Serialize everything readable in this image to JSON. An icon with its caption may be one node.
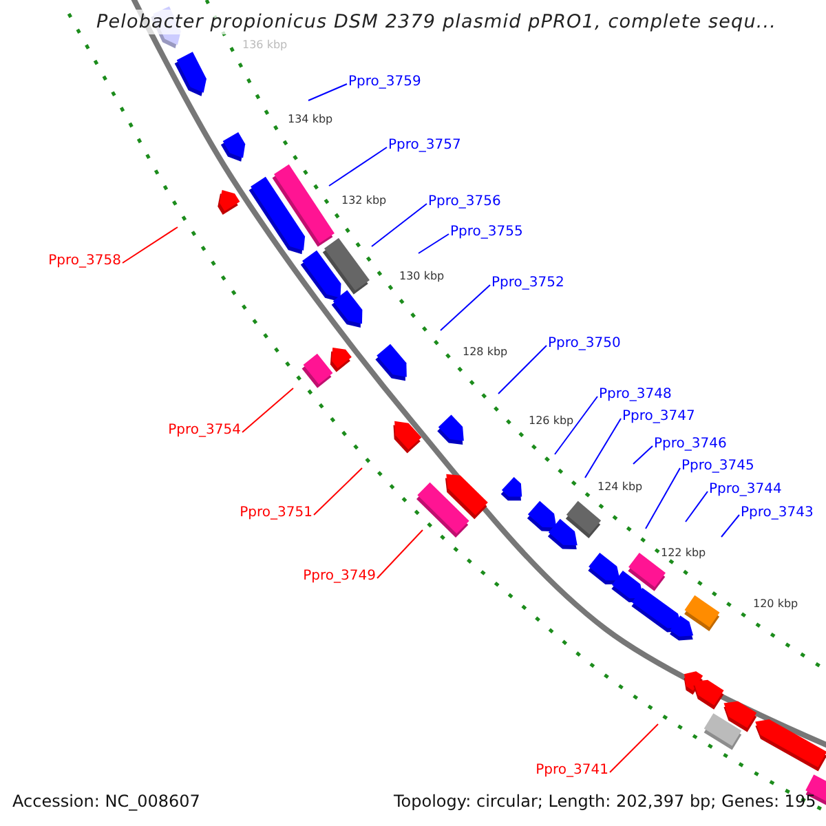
{
  "diagram": {
    "title": "Pelobacter propionicus DSM 2379 plasmid pPRO1, complete sequ...",
    "nodes": [
      {
        "text": [
          "Ppro_3759"
        ]
      },
      {
        "text": [
          "Ppro_3757"
        ]
      },
      {
        "text": [
          "Ppro_3756"
        ]
      },
      {
        "text": [
          "Ppro_3755"
        ]
      },
      {
        "text": [
          "Ppro_3758"
        ]
      },
      {
        "text": [
          "Ppro_3752"
        ]
      },
      {
        "text": [
          "Ppro_3750"
        ]
      },
      {
        "text": [
          "Ppro_3748"
        ]
      },
      {
        "text": [
          "Ppro_3747"
        ]
      },
      {
        "text": [
          "Ppro_3754"
        ]
      },
      {
        "text": [
          "Ppro_3746"
        ]
      },
      {
        "text": [
          "Ppro_3745"
        ]
      },
      {
        "text": [
          "Ppro_3744"
        ]
      },
      {
        "text": [
          "Ppro_3751"
        ]
      },
      {
        "text": [
          "Ppro_3743"
        ]
      },
      {
        "text": [
          "Ppro_3749"
        ]
      },
      {
        "text": [
          "Ppro_3741"
        ]
      }
    ],
    "edges": [
      {
        "from": 0,
        "to": null,
        "arrow": "none"
      },
      {
        "from": 1,
        "to": null,
        "arrow": "none"
      },
      {
        "from": 2,
        "to": null,
        "arrow": "none"
      },
      {
        "from": 3,
        "to": null,
        "arrow": "none"
      },
      {
        "from": 4,
        "to": null,
        "arrow": "none",
        "color": "#ff0000"
      },
      {
        "from": 5,
        "to": null,
        "arrow": "none"
      },
      {
        "from": 6,
        "to": null,
        "arrow": "none"
      },
      {
        "from": 7,
        "to": null,
        "arrow": "none"
      },
      {
        "from": 8,
        "to": null,
        "arrow": "none"
      },
      {
        "from": 9,
        "to": null,
        "arrow": "none",
        "color": "#ff0000"
      },
      {
        "from": 10,
        "to": null,
        "arrow": "none"
      },
      {
        "from": 11,
        "to": null,
        "arrow": "none"
      },
      {
        "from": 12,
        "to": null,
        "arrow": "none"
      },
      {
        "from": 13,
        "to": null,
        "arrow": "none",
        "color": "#ff0000"
      },
      {
        "from": 14,
        "to": null,
        "arrow": "none"
      },
      {
        "from": 15,
        "to": null,
        "arrow": "none",
        "color": "#ff0000"
      },
      {
        "from": 16,
        "to": null,
        "arrow": "none",
        "color": "#ff0000"
      }
    ],
    "labels": [
      "136 kbp",
      "134 kbp",
      "132 kbp",
      "130 kbp",
      "128 kbp",
      "126 kbp",
      "124 kbp",
      "122 kbp",
      "120 kbp",
      "Accession: NC_008607",
      "Topology: circular; Length: 202,397 bp; Genes: 195"
    ]
  }
}
